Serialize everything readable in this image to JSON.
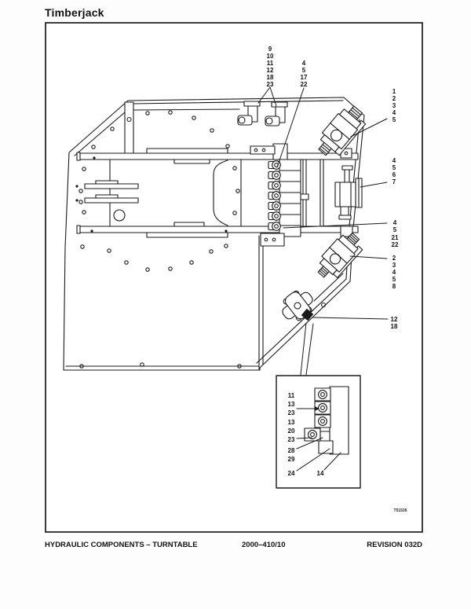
{
  "page": {
    "title": "Timberjack",
    "figure_code": "T51536"
  },
  "footer": {
    "left": "HYDRAULIC COMPONENTS – TURNTABLE",
    "center": "2000–410/10",
    "right": "REVISION 032D"
  },
  "callouts": {
    "top_left_group": {
      "items": [
        "9",
        "10",
        "11",
        "12",
        "18",
        "23"
      ]
    },
    "top_mid_group": {
      "items": [
        "4",
        "5",
        "17",
        "22"
      ]
    },
    "right_group_1": {
      "items": [
        "1",
        "2",
        "3",
        "4",
        "5"
      ]
    },
    "right_group_2": {
      "items": [
        "4",
        "5",
        "6",
        "7"
      ]
    },
    "right_group_3": {
      "items": [
        "4",
        "5",
        "21",
        "22"
      ]
    },
    "right_group_4": {
      "items": [
        "2",
        "3",
        "4",
        "5",
        "8"
      ]
    },
    "right_group_5": {
      "items": [
        "12",
        "18"
      ]
    },
    "inset_group_a": {
      "items": [
        "11",
        "13",
        "23"
      ]
    },
    "inset_group_b": {
      "items": [
        "13",
        "20",
        "23"
      ]
    },
    "inset_group_c": {
      "items": [
        "28",
        "29"
      ]
    },
    "inset_group_d": {
      "items": [
        "24"
      ]
    },
    "inset_group_e": {
      "items": [
        "14"
      ]
    }
  },
  "colors": {
    "ink": "#1a1a1a",
    "paper": "#ffffff"
  }
}
